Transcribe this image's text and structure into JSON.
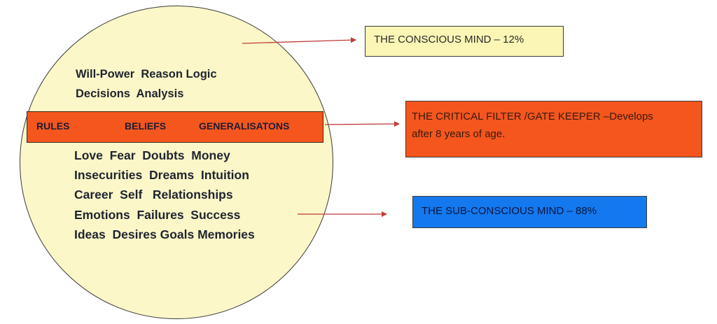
{
  "circle": {
    "conscious_words": [
      "Will-Power  Reason Logic",
      "Decisions  Analysis"
    ],
    "band_labels": [
      "RULES",
      "BELIEFS",
      "GENERALISATONS"
    ],
    "subconscious_words": [
      "Love  Fear  Doubts  Money",
      "Insecurities  Dreams  Intuition",
      "Career  Self   Relationships",
      "Emotions  Failures  Success",
      "Ideas  Desires Goals Memories"
    ]
  },
  "labels": {
    "conscious": "THE CONSCIOUS MIND – 12%",
    "filter_line1": "THE CRITICAL FILTER /GATE KEEPER –Develops",
    "filter_line2": "after 8 years of age.",
    "subconscious": "THE SUB-CONSCIOUS MIND – 88%"
  },
  "colors": {
    "circle_fill": "#fbf7c8",
    "filter_red": "#f4561e",
    "conscious_box": "#fbf6b6",
    "subconscious_box": "#1478ee",
    "arrow": "#c23a3a"
  }
}
